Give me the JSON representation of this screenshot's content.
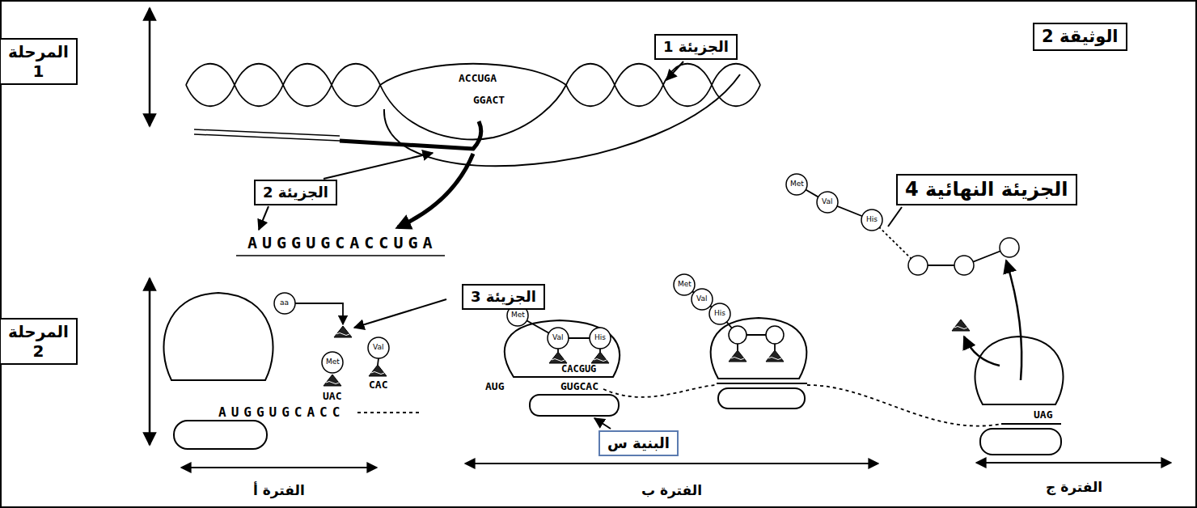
{
  "diagram": {
    "nodes": [
      {
        "text": [
          "الوثيقة 2"
        ]
      },
      {
        "text": [
          "المرحلة 1"
        ]
      },
      {
        "text": [
          "الجزيئة 1"
        ]
      },
      {
        "text": [
          "الجزيئة 2"
        ]
      },
      {
        "text": [
          "الجزيئة النهائية 4"
        ]
      },
      {
        "text": [
          "المرحلة 2"
        ]
      },
      {
        "text": [
          "الجزيئة 3"
        ]
      },
      {
        "text": [
          "البنية س"
        ]
      }
    ],
    "labels": [
      "الفترة أ",
      "الفترة ب",
      "الفترة ج",
      "ACCUGA",
      "GGACT",
      "AUGGUGCACCUGA",
      "Met",
      "Val",
      "aa",
      "UAC",
      "CAC",
      "AUGGUGCACC",
      "Met",
      "Val",
      "His",
      "CACGUG",
      "AUG",
      "GUGCAC",
      "Met",
      "Val",
      "His",
      "UAG",
      "Met",
      "Val",
      "His"
    ]
  }
}
